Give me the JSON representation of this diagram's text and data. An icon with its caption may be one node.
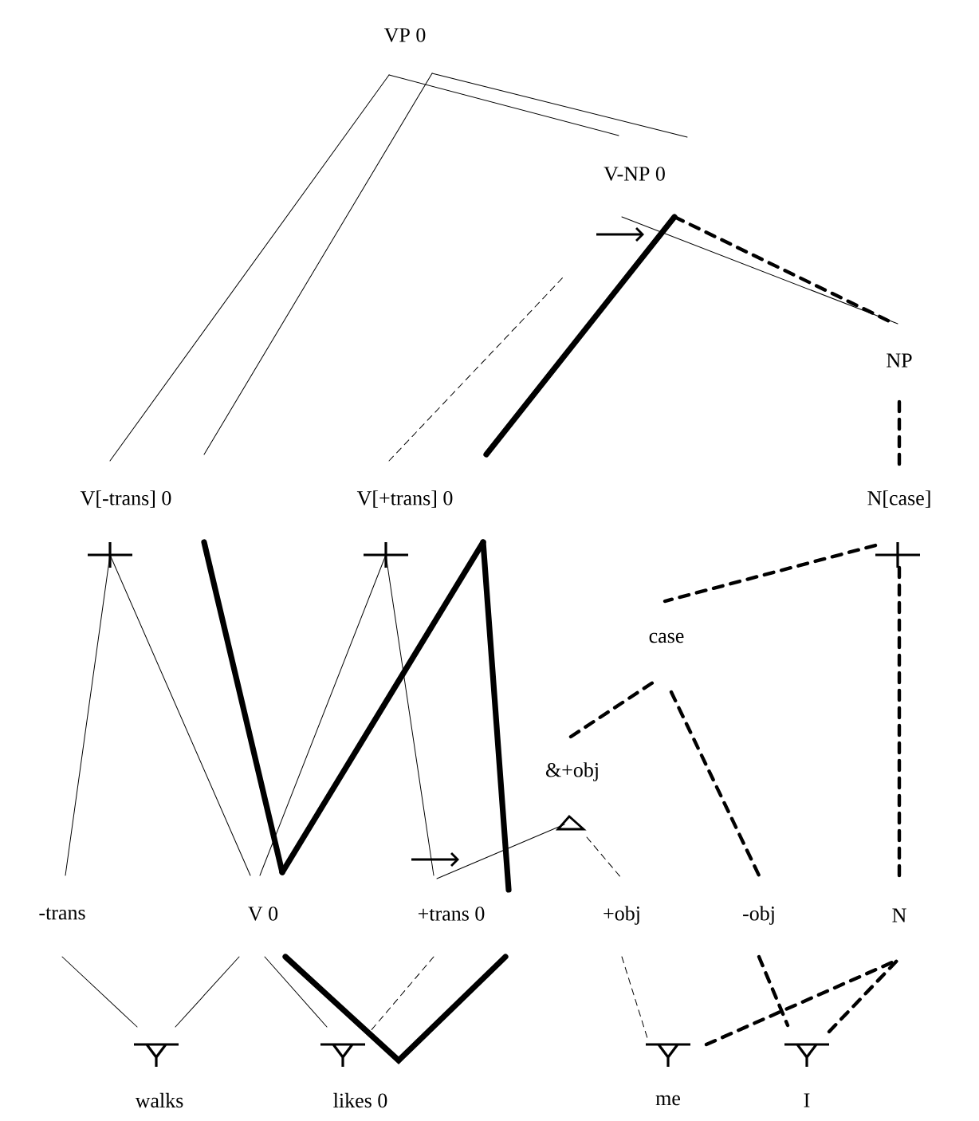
{
  "diagram": {
    "nodes": [
      {
        "text": [
          "VP 0"
        ]
      },
      {
        "text": [
          "V-NP 0"
        ]
      },
      {
        "text": [
          "NP"
        ]
      },
      {
        "text": [
          "V[-trans] 0"
        ]
      },
      {
        "text": [
          "V[+trans] 0"
        ]
      },
      {
        "text": [
          "N[case]"
        ]
      },
      {
        "text": [
          "case"
        ]
      },
      {
        "text": [
          "&+obj"
        ]
      },
      {
        "text": [
          "-trans"
        ]
      },
      {
        "text": [
          "V 0"
        ]
      },
      {
        "text": [
          "+trans 0"
        ]
      },
      {
        "text": [
          "+obj"
        ]
      },
      {
        "text": [
          "-obj"
        ]
      },
      {
        "text": [
          "N"
        ]
      },
      {
        "text": [
          "walks"
        ]
      },
      {
        "text": [
          "likes 0"
        ]
      },
      {
        "text": [
          "me"
        ]
      },
      {
        "text": [
          "I"
        ]
      }
    ],
    "edges": [
      {
        "from": 0,
        "to": 3,
        "arrow": "none"
      },
      {
        "from": 0,
        "to": 3,
        "arrow": "none"
      },
      {
        "from": 0,
        "to": 1,
        "arrow": "none"
      },
      {
        "from": 0,
        "to": 1,
        "arrow": "none"
      },
      {
        "from": 4,
        "to": 1,
        "arrow": "none",
        "style": "dashed"
      },
      {
        "from": 4,
        "to": 1,
        "arrow": "none",
        "style": "thick"
      },
      {
        "from": 1,
        "to": 2,
        "arrow": "none"
      },
      {
        "from": 1,
        "to": 2,
        "arrow": "none",
        "style": "dashed"
      },
      {
        "from": 2,
        "to": 5,
        "arrow": "none",
        "style": "dashed"
      },
      {
        "from": 3,
        "to": 8,
        "arrow": "none"
      },
      {
        "from": 3,
        "to": 9,
        "arrow": "none"
      },
      {
        "from": 3,
        "to": 9,
        "arrow": "none",
        "style": "thick"
      },
      {
        "from": 4,
        "to": 9,
        "arrow": "none"
      },
      {
        "from": 4,
        "to": 10,
        "arrow": "none"
      },
      {
        "from": 9,
        "to": 4,
        "arrow": "none",
        "style": "thick"
      },
      {
        "from": 4,
        "to": 10,
        "arrow": "none",
        "style": "thick"
      },
      {
        "from": 10,
        "to": 7,
        "arrow": "none"
      },
      {
        "from": 7,
        "to": 11,
        "arrow": "none",
        "style": "dashed"
      },
      {
        "from": 7,
        "to": 6,
        "arrow": "none",
        "style": "dashed"
      },
      {
        "from": 6,
        "to": 12,
        "arrow": "none",
        "style": "dashed"
      },
      {
        "from": 5,
        "to": 6,
        "arrow": "none",
        "style": "dashed"
      },
      {
        "from": 5,
        "to": 13,
        "arrow": "none",
        "style": "dashed"
      },
      {
        "from": 8,
        "to": 14,
        "arrow": "none"
      },
      {
        "from": 9,
        "to": 14,
        "arrow": "none"
      },
      {
        "from": 9,
        "to": 15,
        "arrow": "none"
      },
      {
        "from": 10,
        "to": 15,
        "arrow": "none",
        "style": "dashed"
      },
      {
        "from": 9,
        "to": 10,
        "arrow": "none",
        "style": "thick"
      },
      {
        "from": 11,
        "to": 16,
        "arrow": "none",
        "style": "dashed"
      },
      {
        "from": 12,
        "to": 17,
        "arrow": "none",
        "style": "dashed"
      },
      {
        "from": 16,
        "to": 13,
        "arrow": "none",
        "style": "dashed"
      },
      {
        "from": 17,
        "to": 13,
        "arrow": "none",
        "style": "dashed"
      }
    ]
  }
}
